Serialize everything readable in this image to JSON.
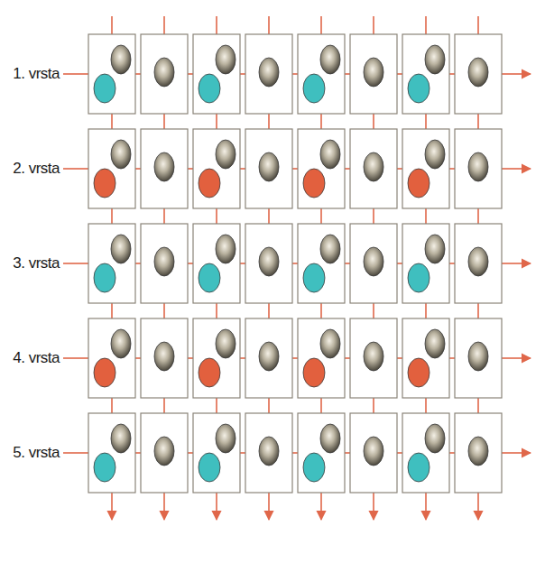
{
  "diagram": {
    "labels": [
      "1. vrsta",
      "2. vrsta",
      "3. vrsta",
      "4. vrsta",
      "5. vrsta"
    ]
  }
}
